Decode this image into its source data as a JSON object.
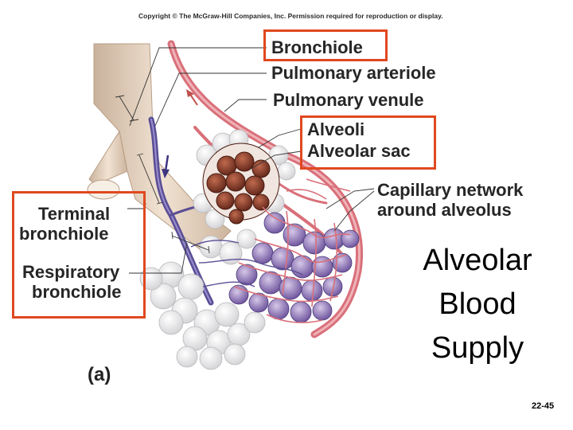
{
  "copyright": "Copyright © The McGraw-Hill Companies, Inc. Permission required for reproduction or display.",
  "labels": {
    "bronchiole": "Bronchiole",
    "pulmonary_arteriole": "Pulmonary arteriole",
    "pulmonary_venule": "Pulmonary venule",
    "alveoli": "Alveoli",
    "alveolar_sac": "Alveolar sac",
    "capillary_line1": "Capillary network",
    "capillary_line2": "around alveolus",
    "terminal_line1": "Terminal",
    "terminal_line2": "bronchiole",
    "respiratory_line1": "Respiratory",
    "respiratory_line2": "bronchiole"
  },
  "panel_label": "(a)",
  "title": {
    "line1": "Alveolar",
    "line2": "Blood",
    "line3": "Supply"
  },
  "slide_number": "22-45",
  "colors": {
    "highlight_box": "#e0481f",
    "bronchiole_tan": "#e9d7c4",
    "artery_red": "#d9707a",
    "vein_blue": "#5a4e95",
    "alveolus_white": "#f3f3f3",
    "sac_brown": "#8a3e2c"
  }
}
